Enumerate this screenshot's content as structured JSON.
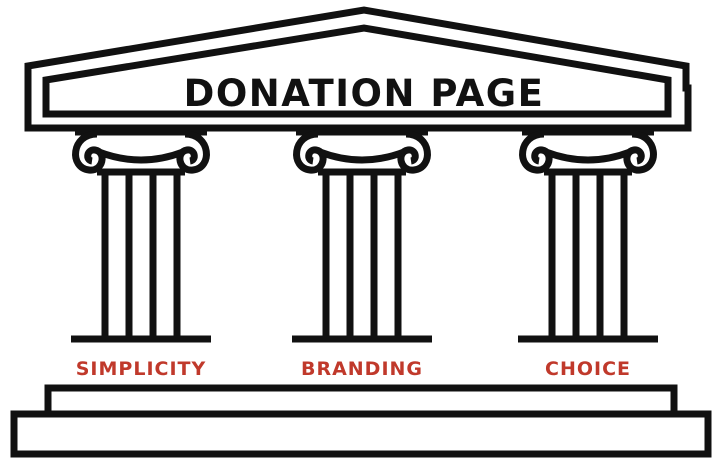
{
  "roof": {
    "title": "DONATION PAGE"
  },
  "pillars": [
    {
      "label": "SIMPLICITY"
    },
    {
      "label": "BRANDING"
    },
    {
      "label": "CHOICE"
    }
  ],
  "colors": {
    "outline": "#111111",
    "label": "#c0392b",
    "background": "#ffffff"
  }
}
